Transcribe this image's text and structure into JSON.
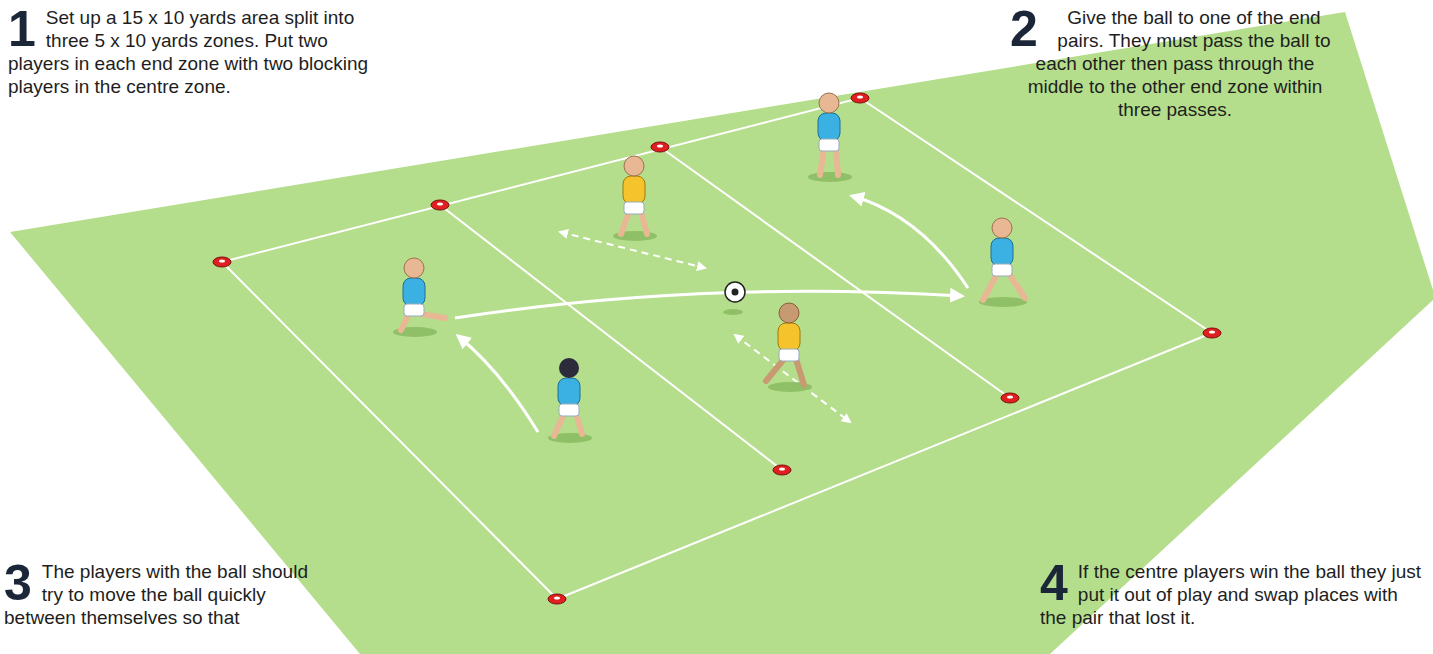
{
  "diagram": {
    "labels": [
      "1",
      "Set up a 15 x 10 yards area split into three 5 x 10 yards zones. Put two players in each end zone with two blocking players in the centre zone.",
      "2",
      "Give the ball to one of the end pairs. They must pass the ball to each other then pass through the middle to the other end zone within three passes.",
      "3",
      "The players with the ball should try to move the ball quickly between themselves so that",
      "4",
      "If the centre players win the ball they just put it out of play and swap places with the pair that lost it."
    ]
  }
}
